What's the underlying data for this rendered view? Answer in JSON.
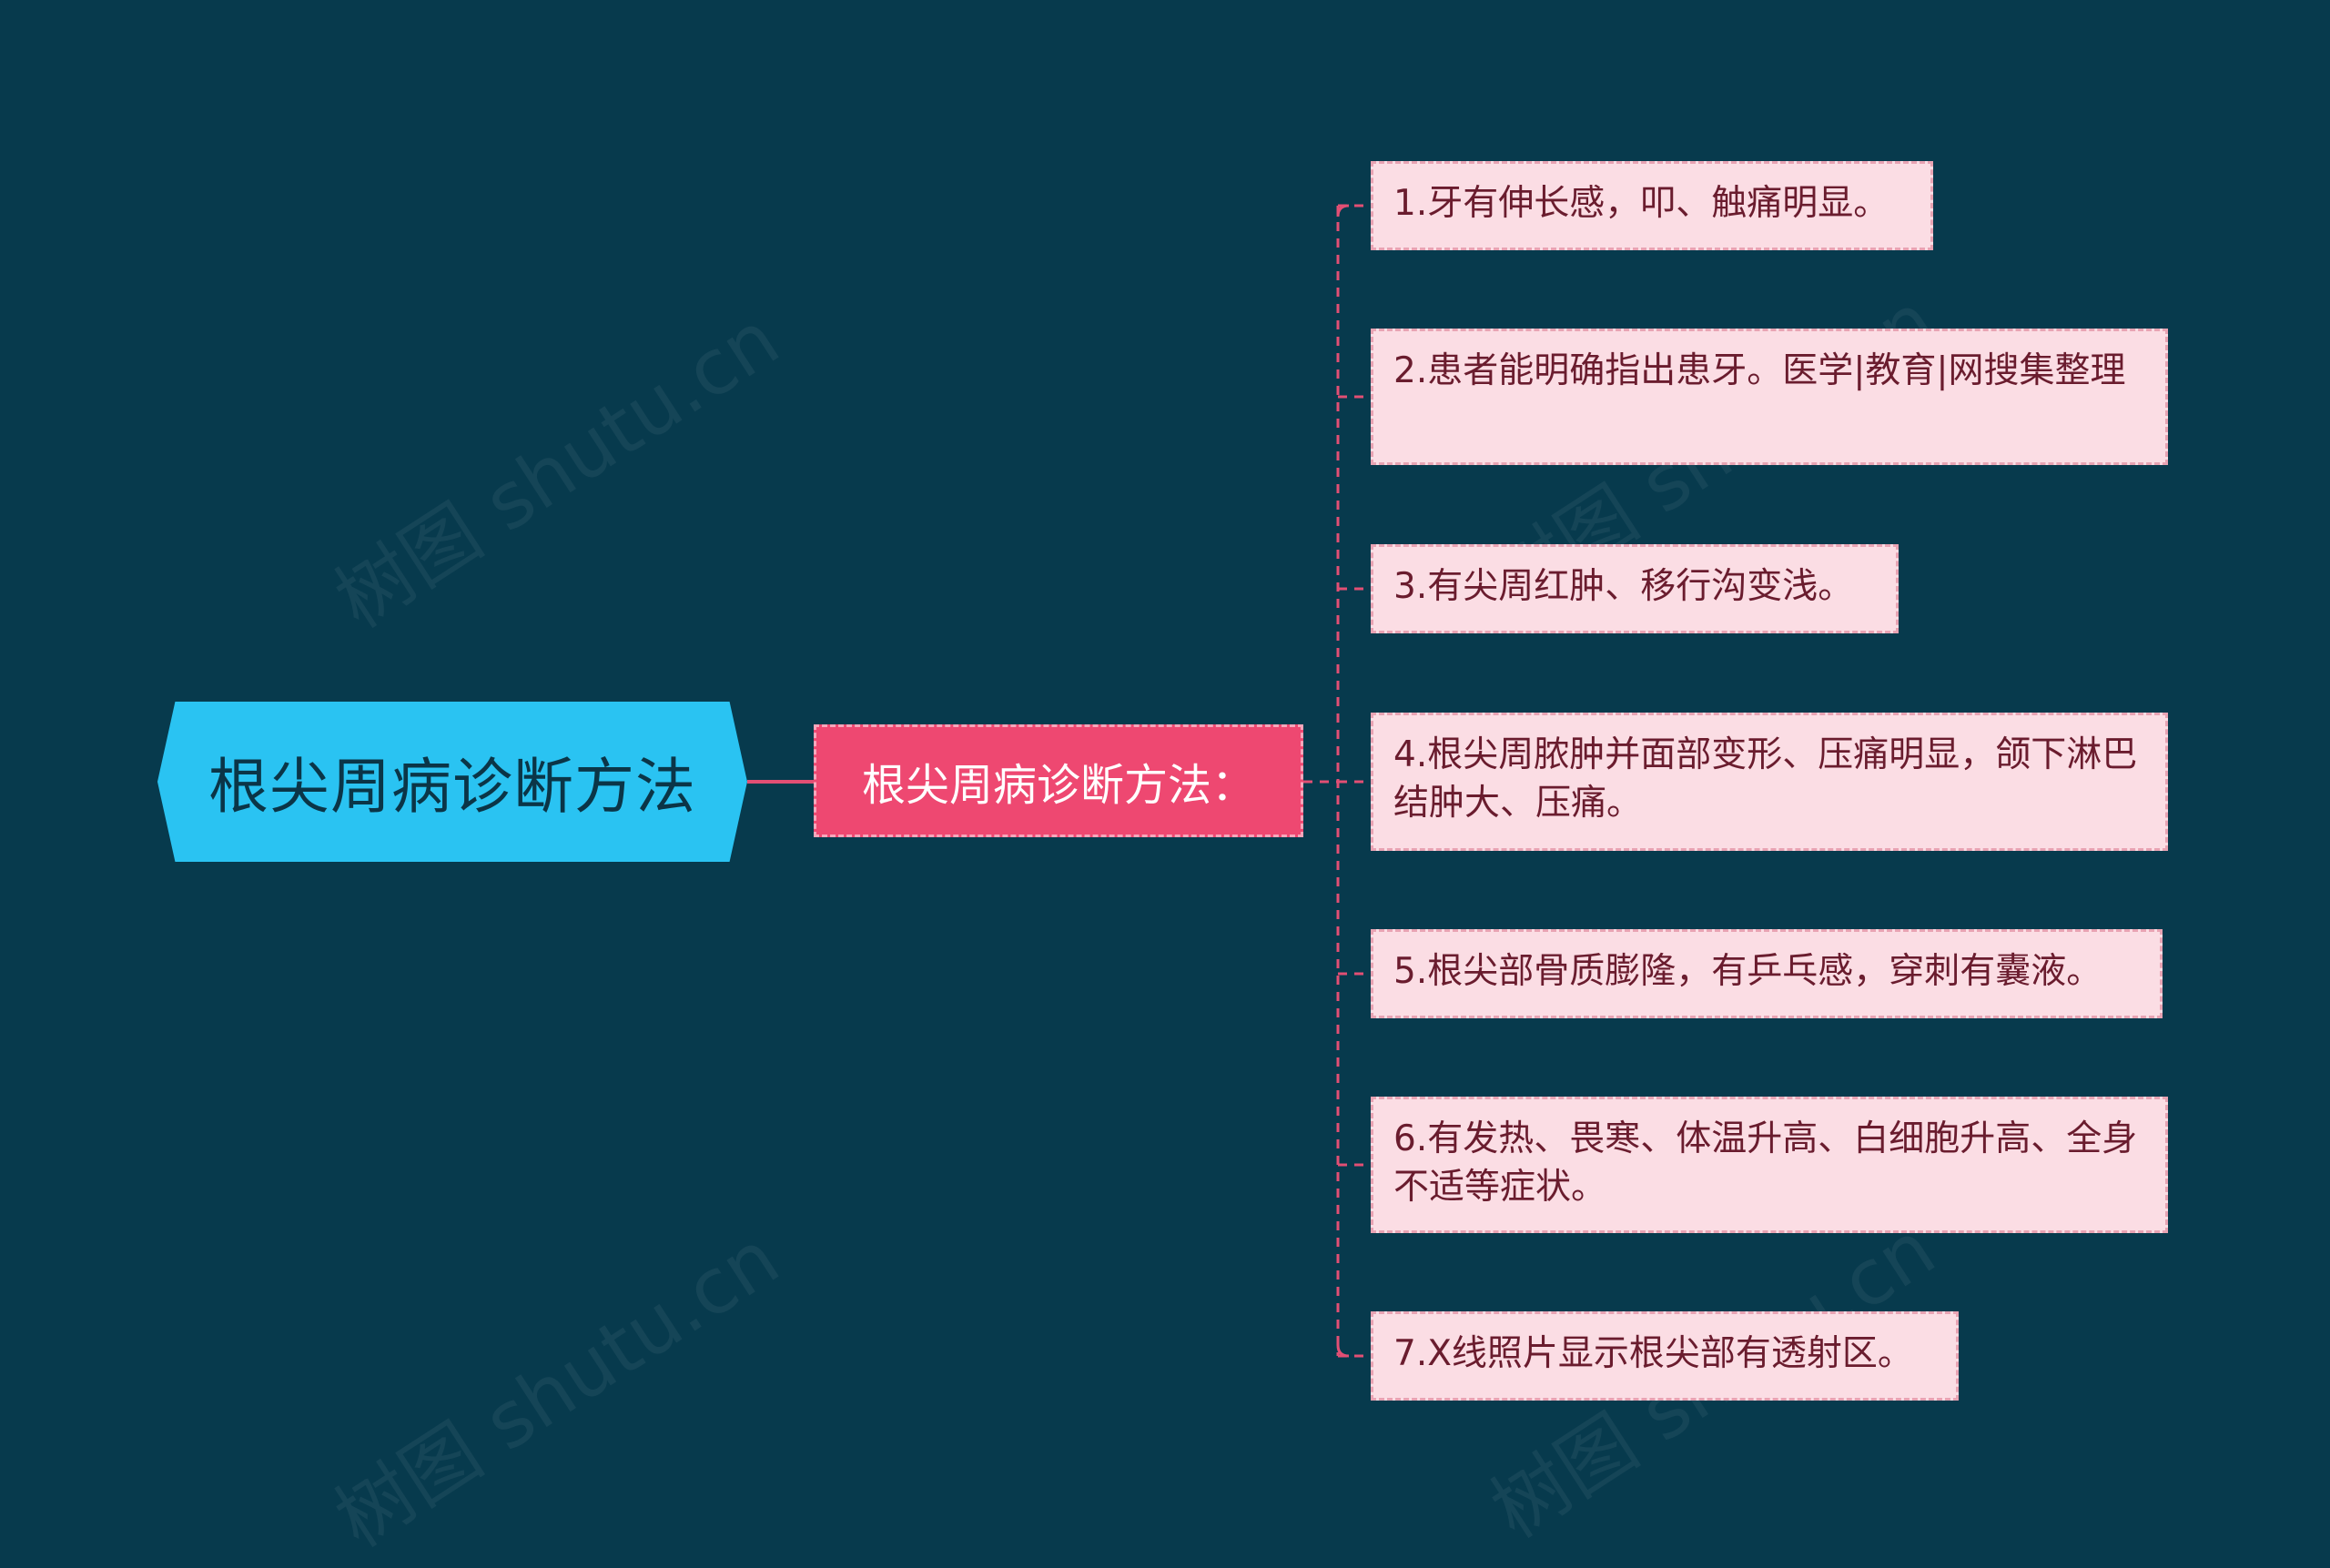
{
  "root": {
    "label": "根尖周病诊断方法"
  },
  "branch": {
    "label": "根尖周病诊断方法："
  },
  "leaves": [
    {
      "label": "1.牙有伸长感，叩、触痛明显。"
    },
    {
      "label": "2.患者能明确指出患牙。医学|教育|网搜集整理"
    },
    {
      "label": "3.有尖周红肿、移行沟变浅。"
    },
    {
      "label": "4.根尖周脓肿并面部变形、压痛明显，颌下淋巴结肿大、压痛。"
    },
    {
      "label": "5.根尖部骨质膨隆，有乒乓感，穿刺有囊液。"
    },
    {
      "label": "6.有发热、畏寒、体温升高、白细胞升高、全身不适等症状。"
    },
    {
      "label": "7.X线照片显示根尖部有透射区。"
    }
  ],
  "watermark": {
    "text": "树图 shutu.cn"
  },
  "colors": {
    "background": "#073a4d",
    "root_fill": "#2ac3f2",
    "branch_fill": "#ee4871",
    "leaf_fill": "#fbdde4",
    "connector": "#e24f74"
  }
}
